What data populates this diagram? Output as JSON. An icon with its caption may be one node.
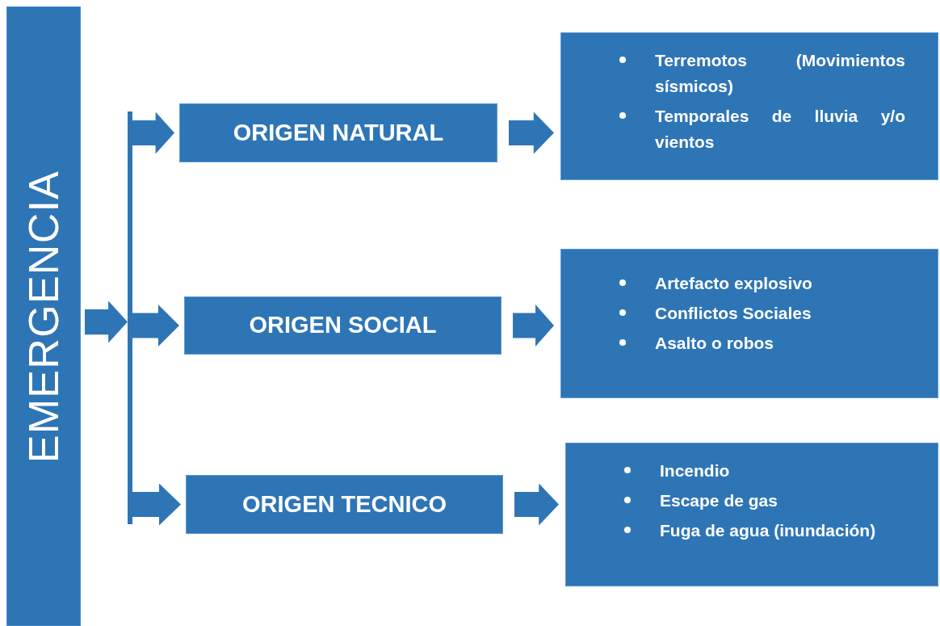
{
  "diagram": {
    "nodes": [
      {
        "text": [
          "EMERGENCIA"
        ]
      },
      {
        "text": [],
        "shape": "bar"
      },
      {
        "text": [
          "ORIGEN NATURAL"
        ]
      },
      {
        "text": [
          "Terremotos (Movimientos sísmicos)",
          "Temporales de lluvia y/o vientos"
        ]
      },
      {
        "text": [
          "ORIGEN SOCIAL"
        ]
      },
      {
        "text": [
          "Artefacto explosivo",
          "Conflictos Sociales",
          "Asalto o robos"
        ]
      },
      {
        "text": [
          "ORIGEN TECNICO"
        ]
      },
      {
        "text": [
          "Incendio",
          "Escape de gas",
          "Fuga de agua (inundación)"
        ]
      }
    ],
    "edges": [
      {
        "from": 0,
        "to": 1,
        "arrow": "to"
      },
      {
        "from": 1,
        "to": 2,
        "arrow": "to"
      },
      {
        "from": 1,
        "to": 4,
        "arrow": "to"
      },
      {
        "from": 1,
        "to": 6,
        "arrow": "to"
      },
      {
        "from": 2,
        "to": 3,
        "arrow": "to"
      },
      {
        "from": 4,
        "to": 5,
        "arrow": "to"
      },
      {
        "from": 6,
        "to": 7,
        "arrow": "to"
      }
    ]
  }
}
